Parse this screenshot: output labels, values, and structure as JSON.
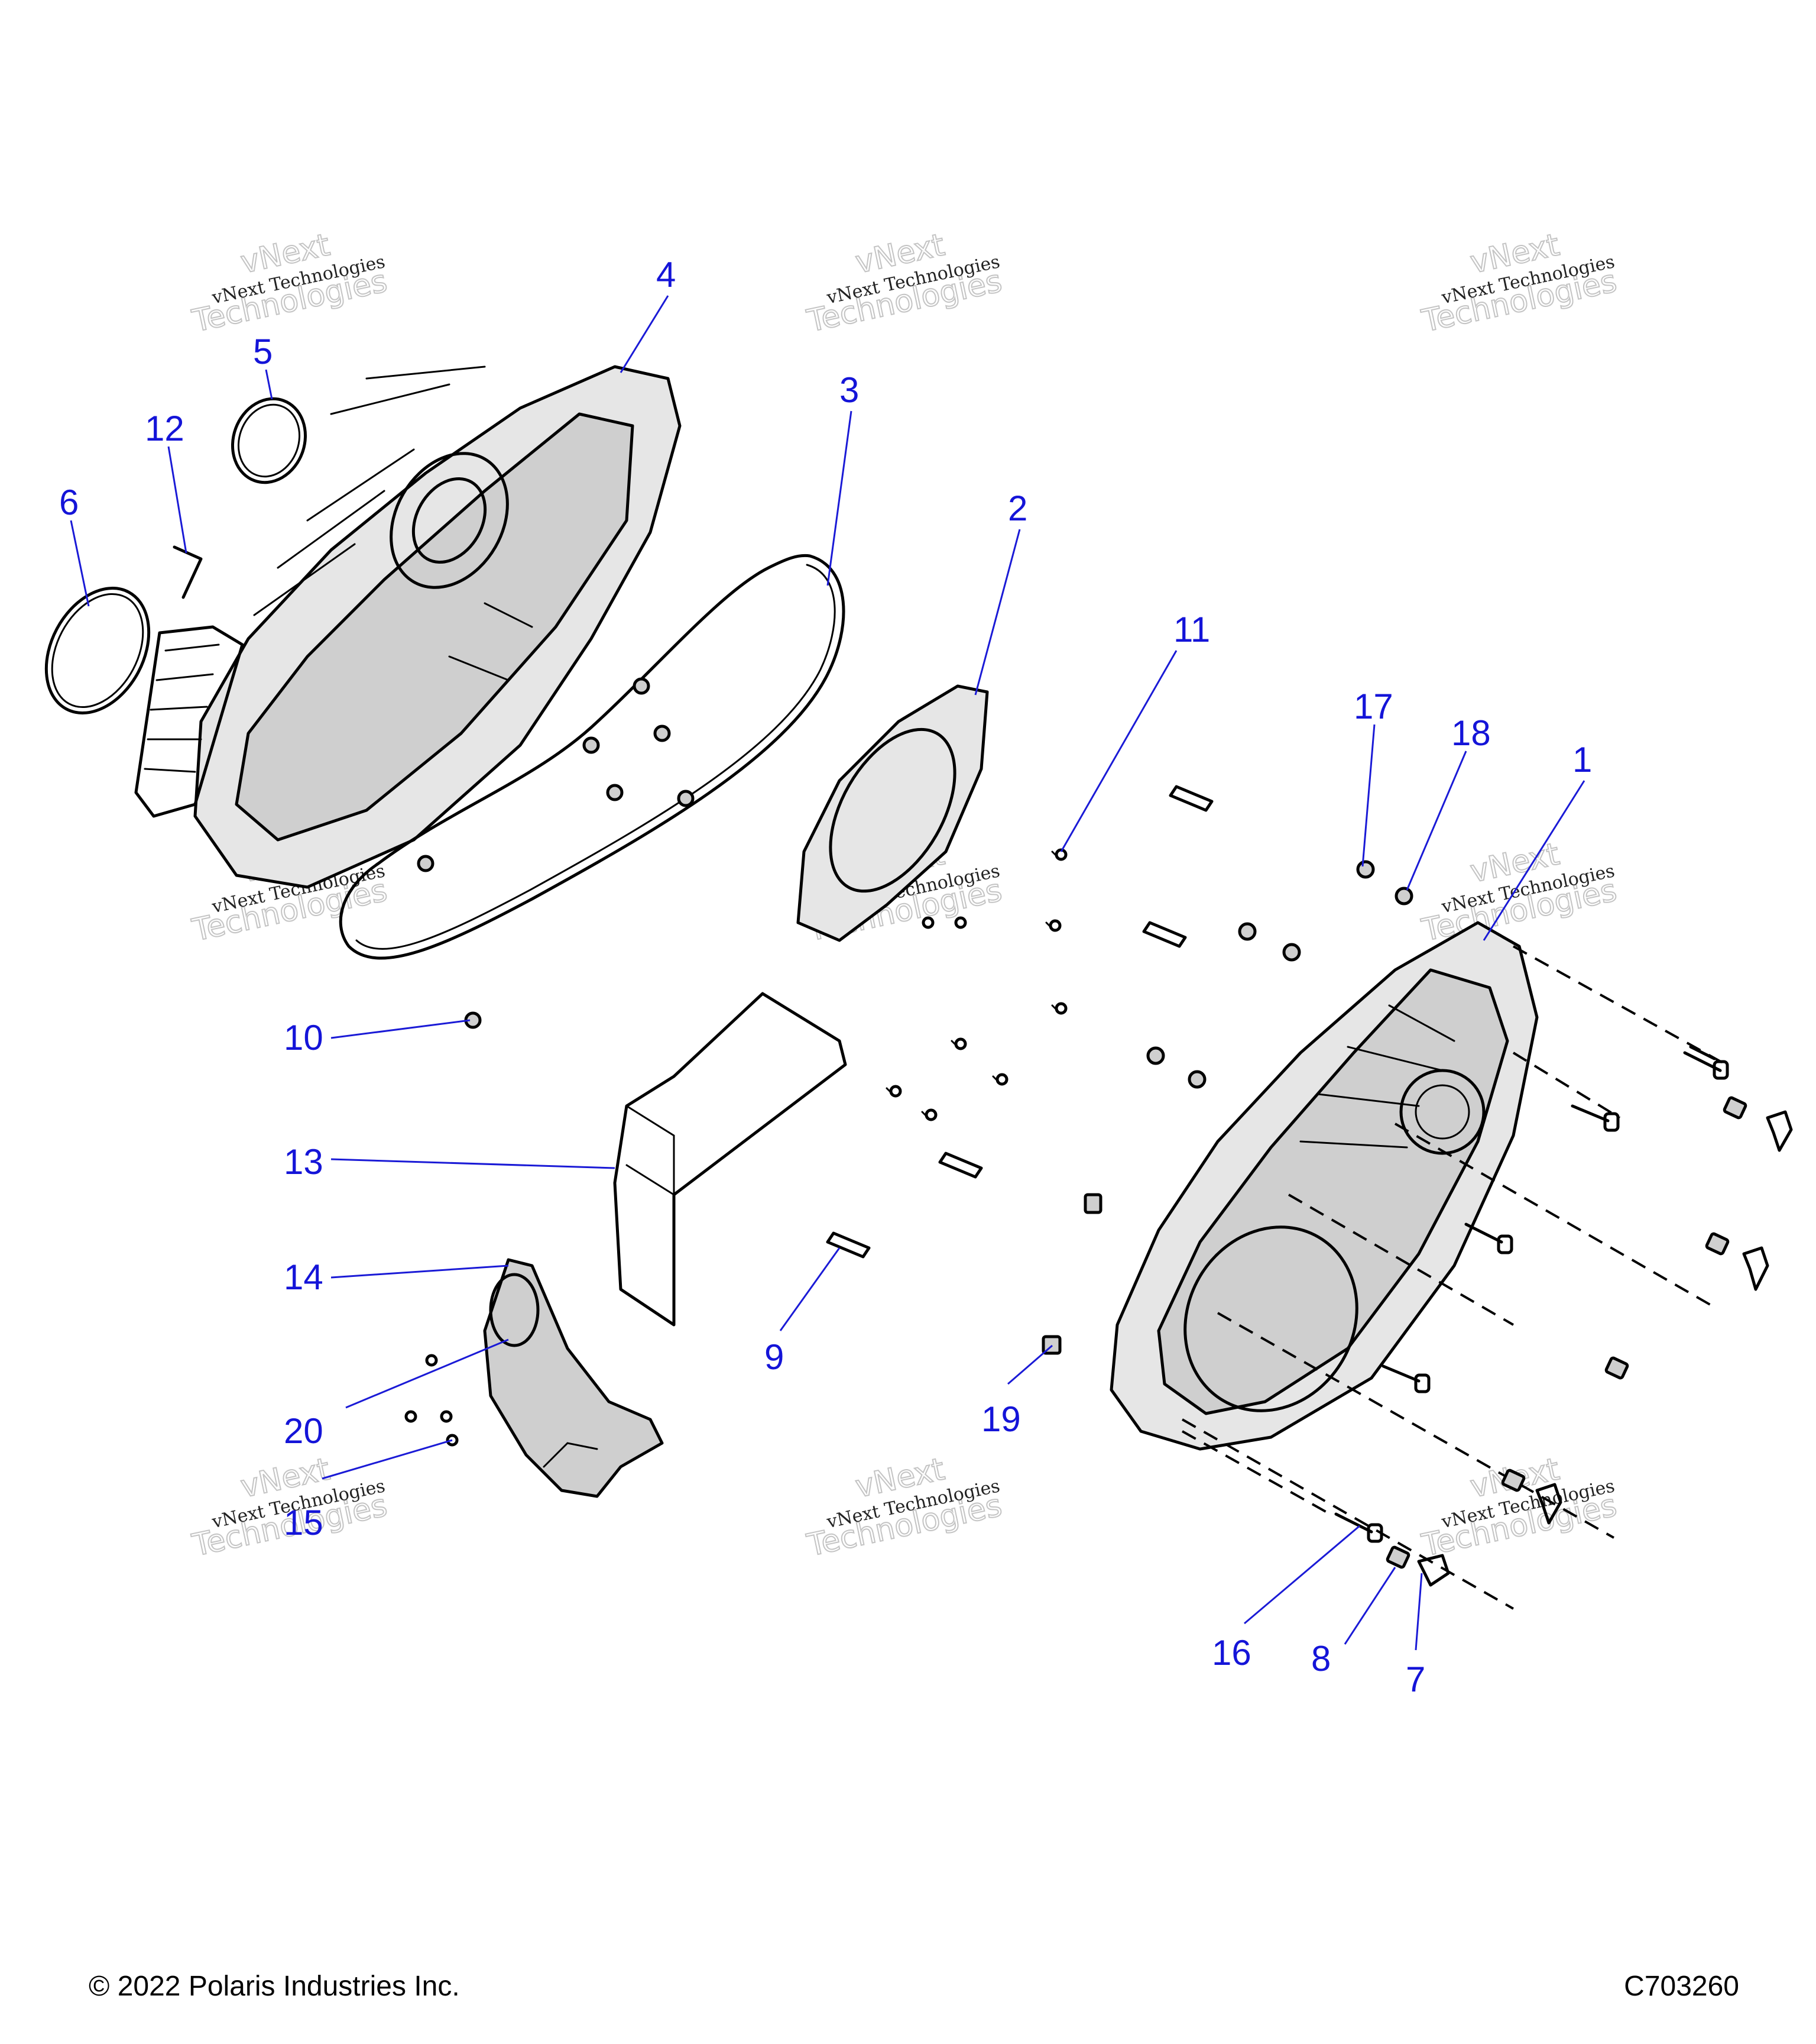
{
  "watermark": {
    "line1": "vNext Technologies",
    "line2": "vNext",
    "line3": "Technologies"
  },
  "callouts": {
    "1": "1",
    "2": "2",
    "3": "3",
    "4": "4",
    "5": "5",
    "6": "6",
    "7": "7",
    "8": "8",
    "9": "9",
    "10": "10",
    "11": "11",
    "12": "12",
    "13": "13",
    "14": "14",
    "15": "15",
    "16": "16",
    "17": "17",
    "18": "18",
    "19": "19",
    "20": "20"
  },
  "footer": {
    "copyright": "© 2022 Polaris Industries Inc.",
    "drawing_number": "C703260"
  }
}
